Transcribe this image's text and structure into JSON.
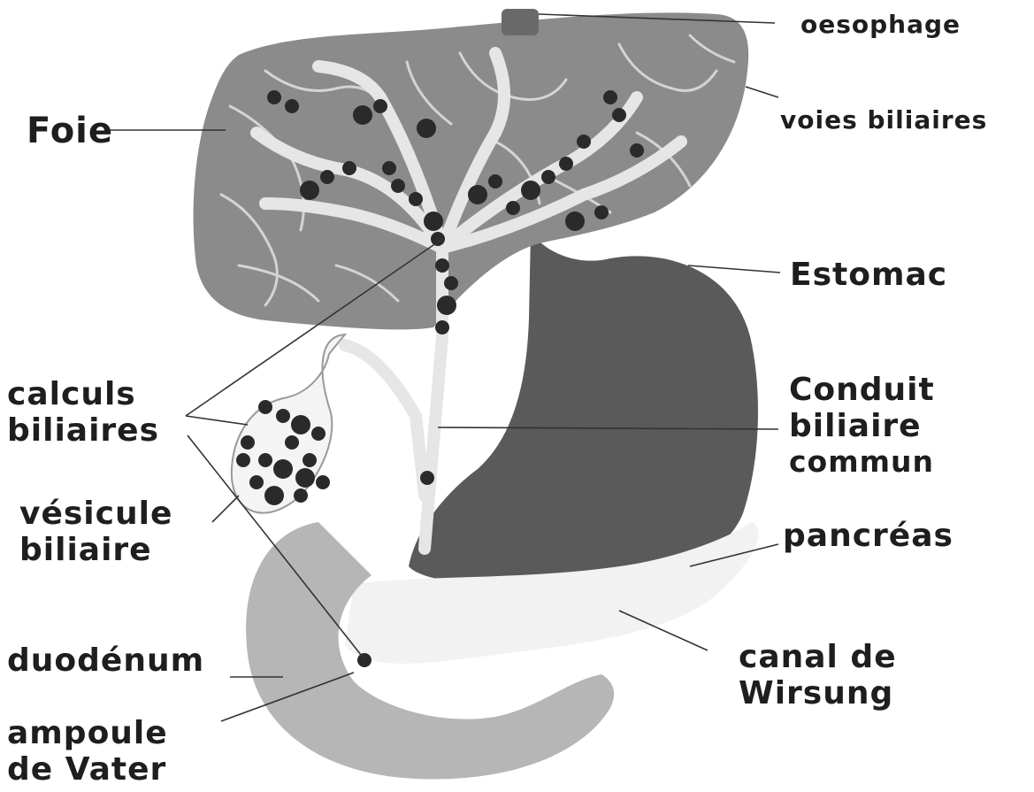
{
  "colors": {
    "liver": "#8b8b8b",
    "liver_veins": "#d4d4d4",
    "ducts": "#e6e6e6",
    "stones": "#2a2a2a",
    "stomach": "#5a5a5a",
    "duodenum": "#b6b6b6",
    "pancreas": "#f2f2f2",
    "leader": "#333333",
    "text": "#1e1e1e"
  },
  "labels": {
    "oesophage": "oesophage",
    "voies_biliaires": "voies biliaires",
    "foie": "Foie",
    "estomac": "Estomac",
    "calculs": [
      "calculs",
      "biliaires"
    ],
    "conduit": [
      "Conduit",
      "biliaire",
      "commun"
    ],
    "vesicule": [
      "vésicule",
      "biliaire"
    ],
    "pancreas": "pancréas",
    "duodenum": "duodénum",
    "wirsung": [
      "canal de",
      "Wirsung"
    ],
    "ampoule": [
      "ampoule",
      "de Vater"
    ]
  }
}
